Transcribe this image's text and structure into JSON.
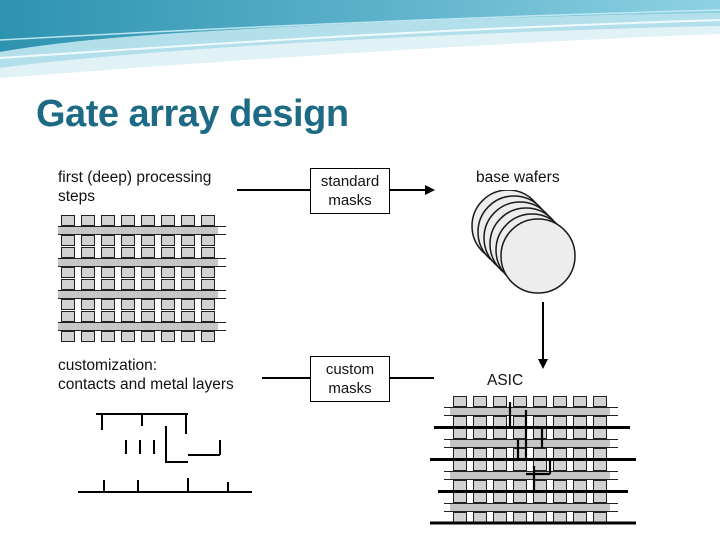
{
  "slide": {
    "title": "Gate array design",
    "title_color": "#1d6a85",
    "background": "#ffffff"
  },
  "decoration": {
    "wave_colors": [
      "#2e93b0",
      "#5fb3cc",
      "#8ed2e2",
      "#a6d9e8",
      "#d7edf4"
    ]
  },
  "figure": {
    "top_flow": {
      "label_line1": "first (deep) processing",
      "label_line2": "steps",
      "mask_box_line1": "standard",
      "mask_box_line2": "masks",
      "result_label": "base wafers"
    },
    "bottom_flow": {
      "label_line1": "customization:",
      "label_line2": "contacts and metal layers",
      "mask_box_line1": "custom",
      "mask_box_line2": "masks",
      "result_label": "ASIC"
    },
    "graphics": {
      "gate_array_cell_fill": "#d2d2d2",
      "gate_array_bar_fill": "#c6c6c6",
      "wafer_fill": "#ededed",
      "line_color": "#000000"
    }
  }
}
